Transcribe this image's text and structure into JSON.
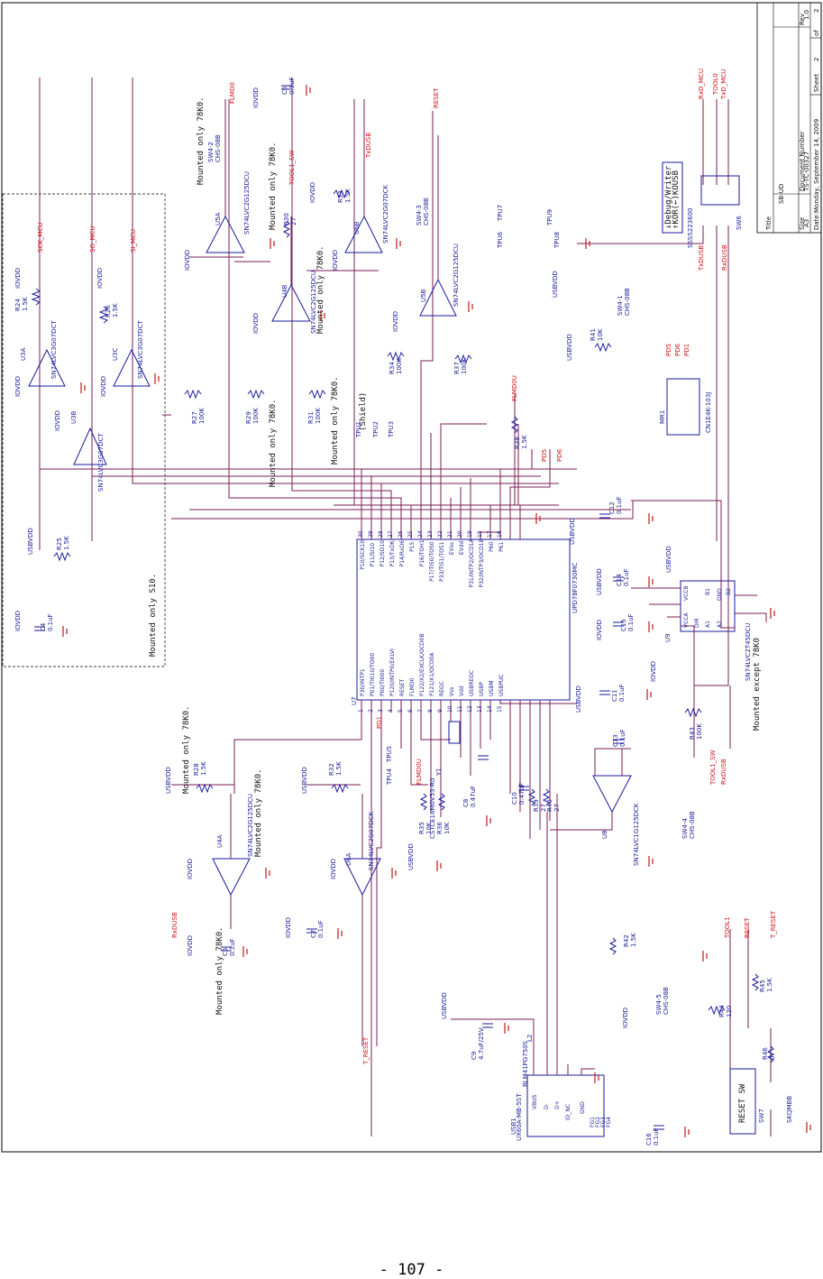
{
  "page_number": "- 107 -",
  "title_block": {
    "title_label": "Title",
    "title": "SB-UD",
    "size_label": "Size",
    "size": "A3",
    "docnum_label": "Document Number",
    "docnum": "TS-TC-00327",
    "rev_label": "Rev",
    "rev": "1.0",
    "date_label": "Date:",
    "date": "Monday, September 14, 2009",
    "sheet_label": "Sheet",
    "sheet": "2",
    "of_label": "of",
    "of": "2"
  },
  "notes": {
    "mounted_s10": "Mounted only S10.",
    "mounted_78k0": "Mounted only 78K0.",
    "mounted_except": "Mounted except 78K0",
    "shield": "(Shield)",
    "reset_sw": "RESET SW",
    "kor_line1": "↑KOR(←)KOUSB",
    "kor_line2": "↓Debug/Writer"
  },
  "power": {
    "iovdd": "IOVDD",
    "usbvdd": "USBVDD"
  },
  "nets": {
    "sck": "SCK_MCU",
    "so": "SO_MCU",
    "si": "SI_MCU",
    "flmd0": "FLMD0",
    "txdusb": "TxDUSB",
    "reset": "RESET",
    "tool1sw": "TOOL1_SW",
    "rxdmcu": "RxD_MCU",
    "tool0": "TOOL0",
    "txdmcu": "TxD_MCU",
    "rxdusb": "RxDUSB",
    "treset": "T_RESET",
    "tool1": "TOOL1",
    "flmd0u": "FLMD0U",
    "pd5": "PD5",
    "pd6": "PD6",
    "pd1": "PD1"
  },
  "components": {
    "u7": "U7",
    "u7_part": "UPD78F0730MC",
    "u9": "U9",
    "u9_part": "SN74LVC2T45DCU",
    "u3a": "U3A",
    "u3b": "U3B",
    "u3c": "U3C",
    "u3_part": "SN74LVC3G07DCT",
    "u4a": "U4A",
    "u4b": "U4B",
    "u4_part": "SN74LVC2G125DCU",
    "u5a": "U5A",
    "u5b": "U5B",
    "u5_part": "SN74LVC2G125DCU",
    "u6a": "U6A",
    "u6b": "U6B",
    "u6_part": "SN74LVC2G07DCK",
    "u8": "U8",
    "u8_part": "SN74LVC1G125DCK",
    "usb1": "USB1",
    "usb1_part": "UX60A-MB-5ST",
    "y1": "Y1",
    "y1_part": "CSTCE16M0V53-R0",
    "l2": "L2",
    "l2_part": "BLM41PG750S",
    "sw6": "SW6",
    "sw6_part": "SSSS223600",
    "sw7": "SW7",
    "sw7_part": "SKQMBB",
    "mr1": "MR1",
    "mr1_part": "CN1E4K-103J"
  },
  "resistors": [
    {
      "ref": "R24",
      "val": "1.5K"
    },
    {
      "ref": "R25",
      "val": "1.5K"
    },
    {
      "ref": "R26",
      "val": "1.5K"
    },
    {
      "ref": "R27",
      "val": "100K"
    },
    {
      "ref": "R28",
      "val": "1.5K"
    },
    {
      "ref": "R29",
      "val": "100K"
    },
    {
      "ref": "R30",
      "val": "27"
    },
    {
      "ref": "R31",
      "val": "100K"
    },
    {
      "ref": "R32",
      "val": "1.5K"
    },
    {
      "ref": "R33",
      "val": "1.5K"
    },
    {
      "ref": "R34",
      "val": "100K"
    },
    {
      "ref": "R35",
      "val": "10K"
    },
    {
      "ref": "R36",
      "val": "10K"
    },
    {
      "ref": "R37",
      "val": "100K"
    },
    {
      "ref": "R38",
      "val": "1.5K"
    },
    {
      "ref": "R39",
      "val": "27"
    },
    {
      "ref": "R40",
      "val": "27"
    },
    {
      "ref": "R41",
      "val": "10K"
    },
    {
      "ref": "R42",
      "val": "1.5K"
    },
    {
      "ref": "R43",
      "val": "100K"
    },
    {
      "ref": "R44",
      "val": "120"
    },
    {
      "ref": "R45",
      "val": "1.5K"
    },
    {
      "ref": "R46",
      "val": "0"
    }
  ],
  "capacitors": [
    {
      "ref": "C4",
      "val": "0.1uF"
    },
    {
      "ref": "C5",
      "val": "0.1uF"
    },
    {
      "ref": "C6",
      "val": "0.1uF"
    },
    {
      "ref": "C7",
      "val": "0.1uF"
    },
    {
      "ref": "C8",
      "val": "0.47uF"
    },
    {
      "ref": "C9",
      "val": "4.7uF/25V"
    },
    {
      "ref": "C10",
      "val": "0.47uF"
    },
    {
      "ref": "C11",
      "val": "0.1uF"
    },
    {
      "ref": "C12",
      "val": "0.1uF"
    },
    {
      "ref": "C13",
      "val": "0.1uF"
    },
    {
      "ref": "C14",
      "val": "0.1uF"
    },
    {
      "ref": "C15",
      "val": "0.1uF"
    },
    {
      "ref": "C16",
      "val": "0.1uF"
    }
  ],
  "switches": [
    {
      "ref": "SW4-1",
      "part": "CHS-08B"
    },
    {
      "ref": "SW4-2",
      "part": "CHS-08B"
    },
    {
      "ref": "SW4-3",
      "part": "CHS-08B"
    },
    {
      "ref": "SW4-4",
      "part": "CHS-08B"
    },
    {
      "ref": "SW4-5",
      "part": "CHS-08B"
    }
  ],
  "testpoints": [
    "TPU1",
    "TPU2",
    "TPU3",
    "TPU4",
    "TPU5",
    "TPU6",
    "TPU7",
    "TPU8",
    "TPU9"
  ],
  "u7_pins_left": [
    {
      "n": "1",
      "name": "P30/INTP1"
    },
    {
      "n": "2",
      "name": "P01/TI010/TO00"
    },
    {
      "n": "3",
      "name": "P00/TI000"
    },
    {
      "n": "4",
      "name": "P120/INTP0/EXLVI"
    },
    {
      "n": "5",
      "name": "RESET"
    },
    {
      "n": "6",
      "name": "FLMD0"
    },
    {
      "n": "7",
      "name": "P122/X2/EXCLK/OCD0B"
    },
    {
      "n": "8",
      "name": "P121/X1/OCD0A"
    },
    {
      "n": "9",
      "name": "REGC"
    },
    {
      "n": "10",
      "name": "Vss"
    },
    {
      "n": "11",
      "name": "Vdd"
    },
    {
      "n": "12",
      "name": "USBREGC"
    },
    {
      "n": "13",
      "name": "USBP"
    },
    {
      "n": "14",
      "name": "USBM"
    },
    {
      "n": "15",
      "name": "USBPUC"
    }
  ],
  "u7_pins_right": [
    {
      "n": "30",
      "name": "P10/SCK10"
    },
    {
      "n": "29",
      "name": "P11/SI10"
    },
    {
      "n": "28",
      "name": "P12/SO10"
    },
    {
      "n": "27",
      "name": "P13/TxD6"
    },
    {
      "n": "26",
      "name": "P14/RxD6"
    },
    {
      "n": "25",
      "name": "P15"
    },
    {
      "n": "24",
      "name": "P16/TOH1"
    },
    {
      "n": "23",
      "name": "P17/TI50/TO50"
    },
    {
      "n": "22",
      "name": "P33/TI51/TO51"
    },
    {
      "n": "21",
      "name": "EVss"
    },
    {
      "n": "20",
      "name": "EVdd"
    },
    {
      "n": "19",
      "name": "P31/INTP2/OCD1A"
    },
    {
      "n": "18",
      "name": "P32/INTP3/OCD1B"
    },
    {
      "n": "17",
      "name": "P60"
    },
    {
      "n": "16",
      "name": "P61"
    }
  ],
  "u9_pins": {
    "vcca": "VCCA",
    "vccb": "VCCB",
    "dir": "DIR",
    "a1": "A1",
    "a2": "A2",
    "b1": "B1",
    "b2": "B2",
    "gnd": "GND"
  },
  "usb_pins": {
    "vbus": "VBUS",
    "dm": "D-",
    "dp": "D+",
    "id": "ID_NC",
    "gnd": "GND",
    "fg1": "FG1",
    "fg2": "FG2",
    "fg3": "FG3",
    "fg4": "FG4"
  }
}
